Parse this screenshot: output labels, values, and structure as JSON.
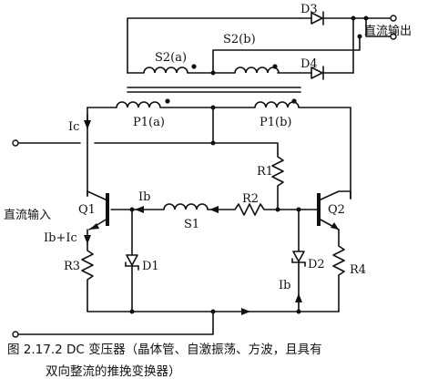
{
  "labels": {
    "d3": "D3",
    "d4": "D4",
    "dc_output": "直流输出",
    "s2a": "S2(a)",
    "s2b": "S2(b)",
    "p1a": "P1(a)",
    "p1b": "P1(b)",
    "ic": "Ic",
    "r1": "R1",
    "r2": "R2",
    "ib_top": "Ib",
    "s1": "S1",
    "dc_input": "直流输入",
    "q1": "Q1",
    "q2": "Q2",
    "ib_ic": "Ib+Ic",
    "r3": "R3",
    "d1": "D1",
    "d2": "D2",
    "r4": "R4",
    "ib_bottom": "Ib"
  },
  "caption": {
    "line1": "图 2.17.2   DC 变压器（晶体管、自激振荡、方波，且具有",
    "line2": "双向整流的推挽变换器）"
  }
}
